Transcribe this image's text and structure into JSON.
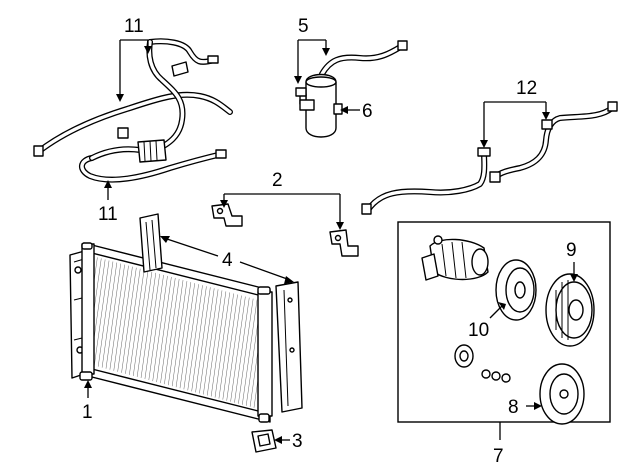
{
  "callouts": {
    "c1": "1",
    "c2": "2",
    "c3": "3",
    "c4": "4",
    "c5": "5",
    "c6": "6",
    "c7": "7",
    "c8": "8",
    "c9": "9",
    "c10": "10",
    "c11_top": "11",
    "c11_bottom": "11",
    "c12": "12"
  }
}
